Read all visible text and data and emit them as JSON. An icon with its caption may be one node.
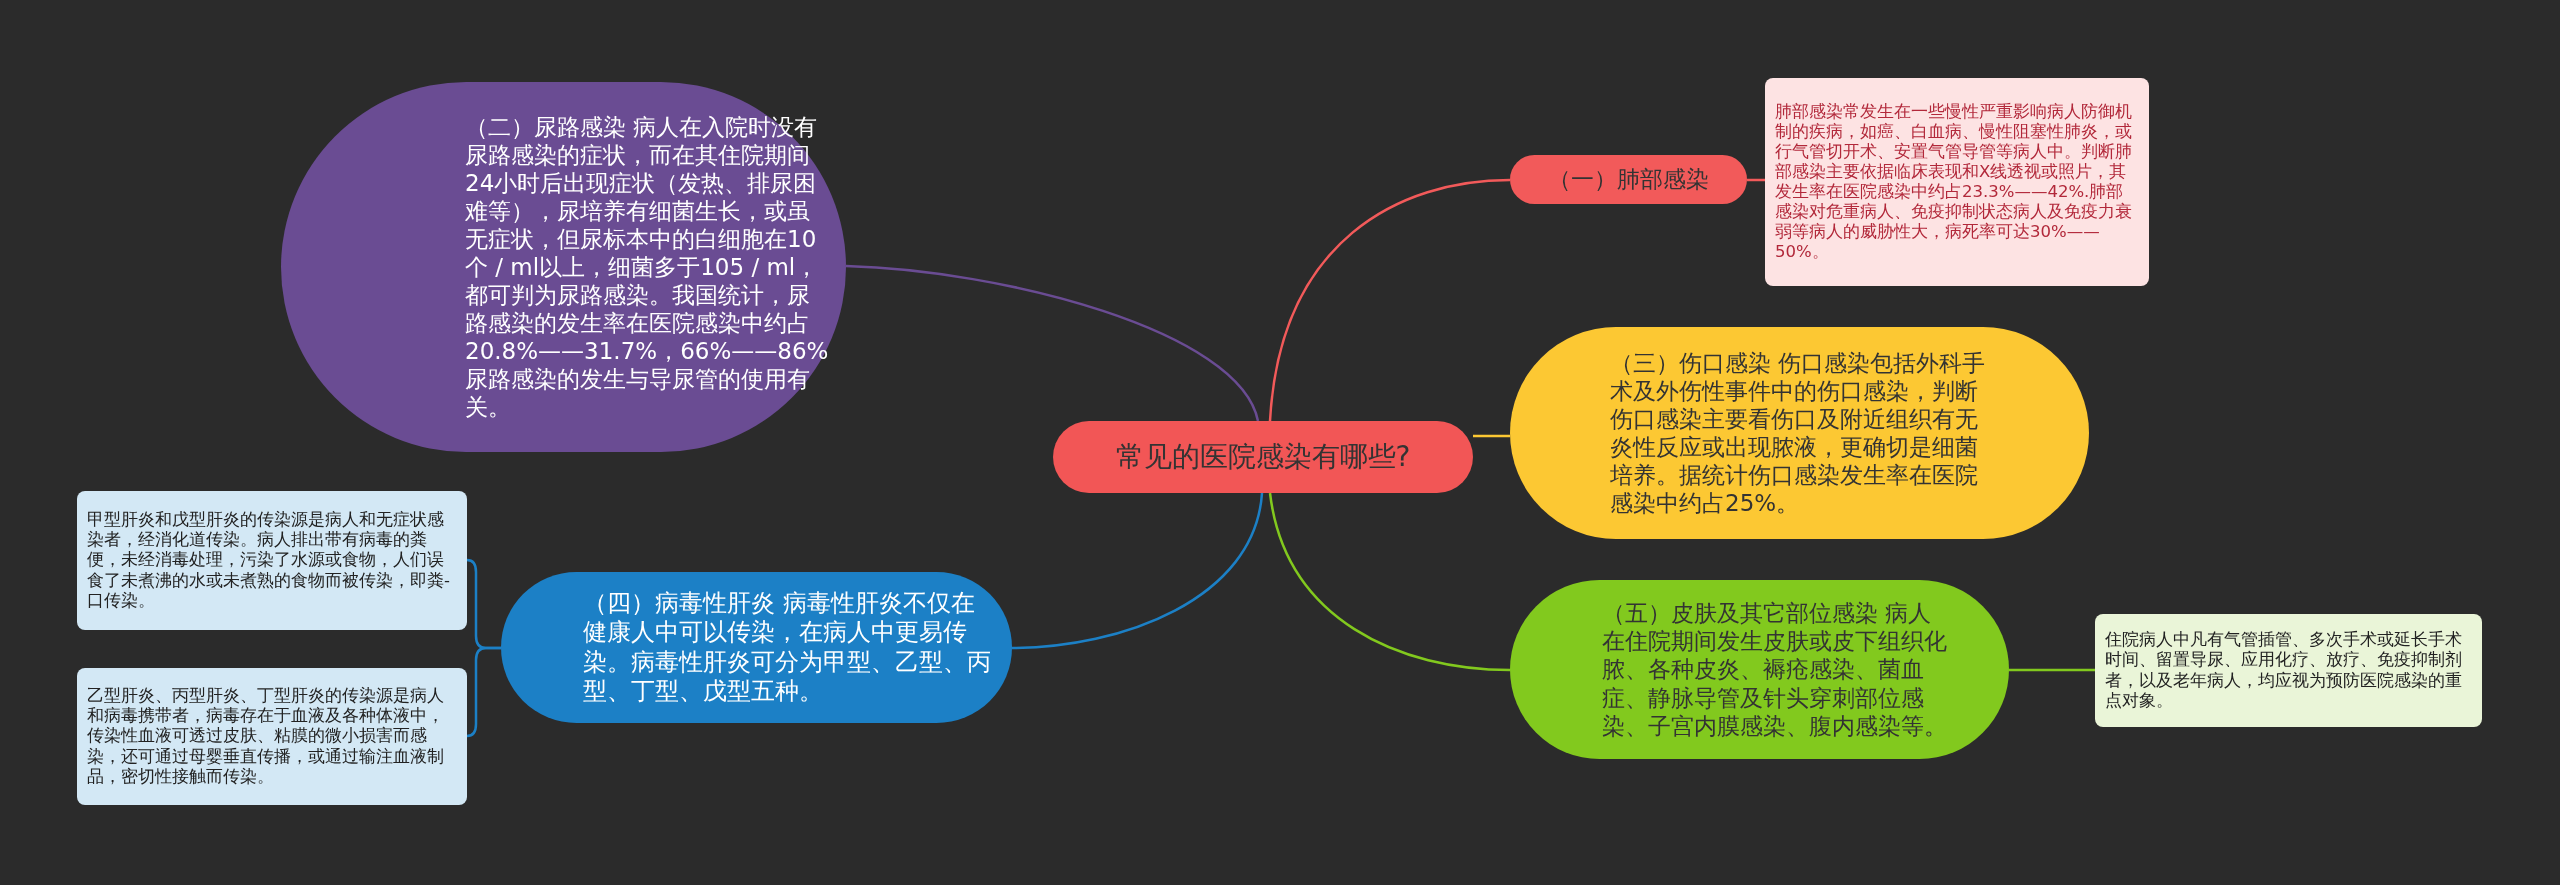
{
  "diagram": {
    "nodes": [
      {
        "text": [
          "常见的医院感染有哪些?"
        ]
      },
      {
        "text": [
          "（二）尿路感染 病人在入院时没有尿路感染的症状，而在其住院期间24小时后出现症状（发热、排尿困难等），尿培养有细菌生长，或虽无症状，但尿标本中的白细胞在10个 / ml以上，细菌多于105 / ml，都可判为尿路感染。我国统计，尿路感染的发生率在医院感染中约占20.8%——31.7%，66%——86%尿路感染的发生与导尿管的使用有关。"
        ]
      },
      {
        "text": [
          "（一）肺部感染"
        ]
      },
      {
        "text": [
          "肺部感染常发生在一些慢性严重影响病人防御机制的疾病，如癌、白血病、慢性阻塞性肺炎，或行气管切开术、安置气管导管等病人中。判断肺部感染主要依据临床表现和X线透视或照片，其发生率在医院感染中约占23.3%——42%.肺部感染对危重病人、免疫抑制状态病人及免疫力衰弱等病人的威胁性大，病死率可达30%——50%。"
        ]
      },
      {
        "text": [
          "（三）伤口感染 伤口感染包括外科手术及外伤性事件中的伤口感染，判断伤口感染主要看伤口及附近组织有无炎性反应或出现脓液，更确切是细菌培养。据统计伤口感染发生率在医院感染中约占25%。"
        ]
      },
      {
        "text": [
          "（四）病毒性肝炎 病毒性肝炎不仅在健康人中可以传染，在病人中更易传染。病毒性肝炎可分为甲型、乙型、丙型、丁型、戊型五种。"
        ]
      },
      {
        "text": [
          "甲型肝炎和戊型肝炎的传染源是病人和无症状感染者，经消化道传染。病人排出带有病毒的粪便，未经消毒处理，污染了水源或食物，人们误食了未煮沸的水或未煮熟的食物而被传染，即粪-口传染。"
        ]
      },
      {
        "text": [
          "乙型肝炎、丙型肝炎、丁型肝炎的传染源是病人和病毒携带者，病毒存在于血液及各种体液中，传染性血液可透过皮肤、粘膜的微小损害而感染，还可通过母婴垂直传播，或通过输注血液制品，密切性接触而传染。"
        ]
      },
      {
        "text": [
          "（五）皮肤及其它部位感染 病人在住院期间发生皮肤或皮下组织化脓、各种皮炎、褥疮感染、菌血症、静脉导管及针头穿刺部位感染、子宫内膜感染、腹内感染等。"
        ]
      },
      {
        "text": [
          "住院病人中凡有气管插管、多次手术或延长手术时间、留置导尿、应用化疗、放疗、免疫抑制剂者，以及老年病人，均应视为预防医院感染的重点对象。"
        ]
      }
    ],
    "edges": [
      {
        "from": 0,
        "to": 1,
        "arrow": "none",
        "color": "#6a4c93"
      },
      {
        "from": 0,
        "to": 2,
        "arrow": "none",
        "color": "#f25a5a"
      },
      {
        "from": 2,
        "to": 3,
        "arrow": "none",
        "color": "#f25a5a"
      },
      {
        "from": 0,
        "to": 4,
        "arrow": "none",
        "color": "#fcc833"
      },
      {
        "from": 0,
        "to": 5,
        "arrow": "none",
        "color": "#1c80c6"
      },
      {
        "from": 5,
        "to": 6,
        "arrow": "none",
        "color": "#1c80c6"
      },
      {
        "from": 5,
        "to": 7,
        "arrow": "none",
        "color": "#1c80c6"
      },
      {
        "from": 0,
        "to": 8,
        "arrow": "none",
        "color": "#82c91e"
      },
      {
        "from": 8,
        "to": 9,
        "arrow": "none",
        "color": "#82c91e"
      }
    ]
  }
}
